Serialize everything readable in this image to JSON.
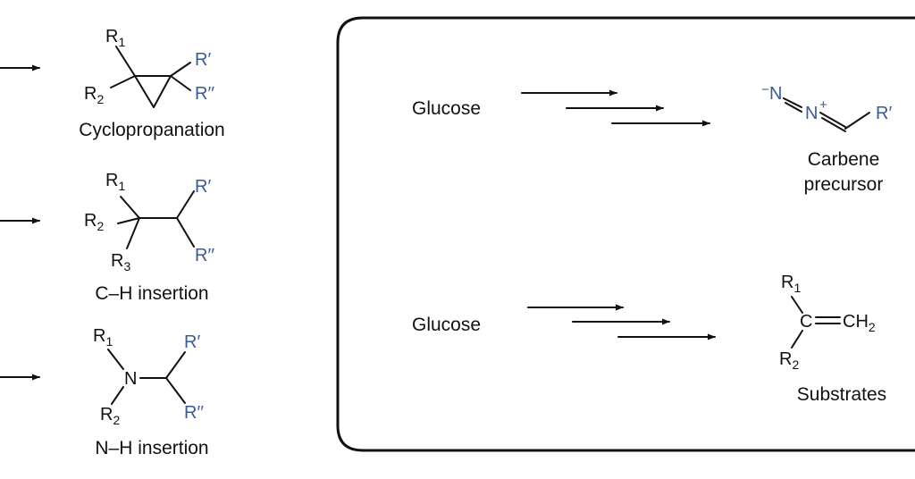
{
  "colors": {
    "accent_blue": "#3c5a9a",
    "black": "#111111"
  },
  "left_panel": {
    "reactions": [
      {
        "name": "Cyclopropanation",
        "substituents": {
          "r1": "R",
          "r1_sub": "1",
          "r2": "R",
          "r2_sub": "2",
          "rp": "R′",
          "rpp": "R′′"
        }
      },
      {
        "name": "C–H insertion",
        "substituents": {
          "r1": "R",
          "r1_sub": "1",
          "r2": "R",
          "r2_sub": "2",
          "r3": "R",
          "r3_sub": "3",
          "rp": "R′",
          "rpp": "R′′"
        }
      },
      {
        "name": "N–H insertion",
        "substituents": {
          "r1": "R",
          "r1_sub": "1",
          "n": "N",
          "r2": "R",
          "r2_sub": "2",
          "rp": "R′",
          "rpp": "R′′"
        }
      }
    ]
  },
  "right_panel": {
    "pathway_top": {
      "start": "Glucose",
      "product_label_line1": "Carbene",
      "product_label_line2": "precursor",
      "structure": {
        "minus": "−",
        "n1": "N",
        "n2": "N",
        "plus": "+",
        "rp": "R′"
      }
    },
    "pathway_bottom": {
      "start": "Glucose",
      "product_label": "Substrates",
      "structure": {
        "r1": "R",
        "r1_sub": "1",
        "c": "C",
        "ch": "CH",
        "ch_sub": "2",
        "r2": "R",
        "r2_sub": "2"
      }
    }
  }
}
